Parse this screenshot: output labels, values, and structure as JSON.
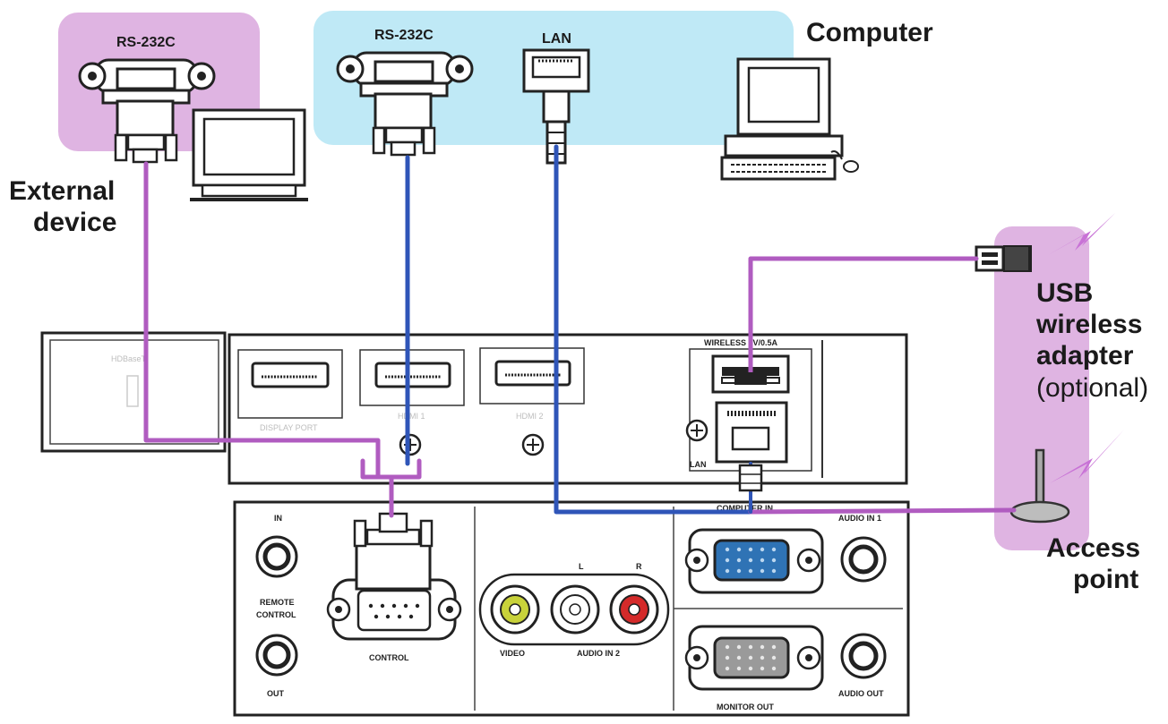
{
  "labels": {
    "computer": "Computer",
    "external_device_line1": "External",
    "external_device_line2": "device",
    "usb_line1": "USB",
    "usb_line2": "wireless",
    "usb_line3": "adapter",
    "usb_line4": "(optional)",
    "access_point_line1": "Access",
    "access_point_line2": "point",
    "rs232c_external": "RS-232C",
    "rs232c_computer": "RS-232C",
    "lan_computer": "LAN"
  },
  "ports": {
    "hdbaset": "HDBaseT",
    "display_port": "DISPLAY PORT",
    "hdmi1": "HDMI 1",
    "hdmi2": "HDMI 2",
    "wireless": "WIRELESS 5V/0.5A",
    "lan": "LAN",
    "in": "IN",
    "remote_control_line1": "REMOTE",
    "remote_control_line2": "CONTROL",
    "out": "OUT",
    "control": "CONTROL",
    "video": "VIDEO",
    "audio_l": "L",
    "audio_r": "R",
    "audio_in2": "AUDIO IN 2",
    "computer_in": "COMPUTER IN",
    "audio_in1": "AUDIO IN 1",
    "monitor_out": "MONITOR OUT",
    "audio_out": "AUDIO OUT"
  },
  "colors": {
    "cable_purple": "#b05cc0",
    "cable_blue": "#2f55b8",
    "panel_pink": "#dfb4e2",
    "panel_cyan": "#bfe9f6",
    "video_yellow": "#c8d23a",
    "audio_red": "#d42a2a",
    "vga_blue": "#2f73b5"
  },
  "icons": [
    "db9-connector-icon",
    "rj45-connector-icon",
    "monitor-icon",
    "desktop-computer-icon",
    "usb-adapter-icon",
    "access-point-icon",
    "wireless-signal-icon"
  ]
}
